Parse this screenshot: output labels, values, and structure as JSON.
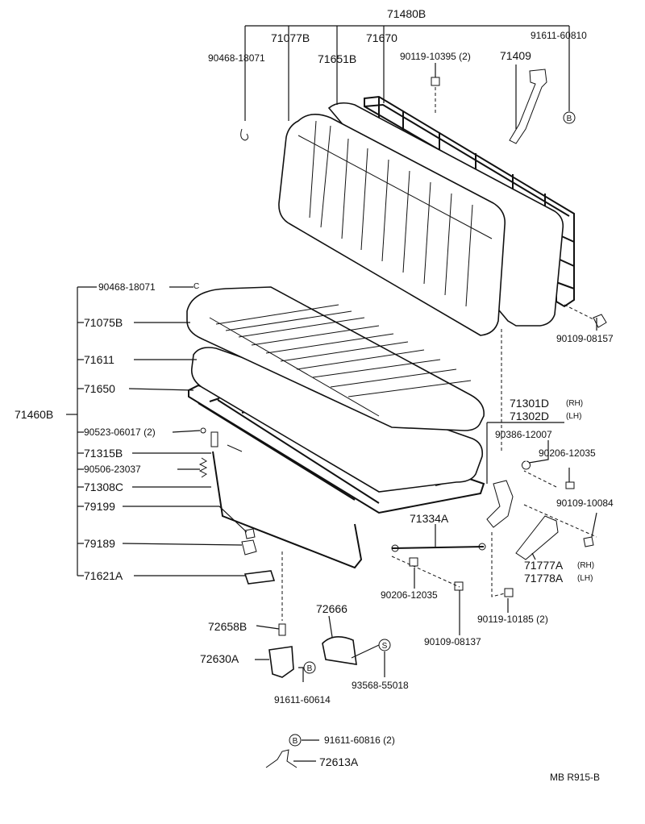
{
  "labels": {
    "backrest_assy": "71480B",
    "back_cover": "71077B",
    "back_spring_frame": "71670",
    "back_spring_clip": "91611-60810",
    "hog_ring_top": "90468-18071",
    "back_pad": "71651B",
    "back_bolt": "90119-10395 (2)",
    "back_hinge_strap": "71409",
    "cushion_hog_ring": "90468-18071",
    "cushion_cover": "71075B",
    "cushion_pad": "71611",
    "cushion_spring": "71650",
    "cushion_assy": "71460B",
    "nut_2": "90523-06017 (2)",
    "bracket": "71315B",
    "spring": "90506-23037",
    "wire_rod": "71308C",
    "clip_a": "79199",
    "clip_b": "79189",
    "plate": "71621A",
    "adjuster_rh": "71301D",
    "adjuster_rh_side": "(RH)",
    "adjuster_lh": "71302D",
    "adjuster_lh_side": "(LH)",
    "washer": "90386-12007",
    "bolt_a": "90206-12035",
    "bolt_back_right": "90109-08157",
    "bolt_b": "90109-10084",
    "rod": "71334A",
    "bracket_rh": "71777A",
    "bracket_rh_side": "(RH)",
    "bracket_lh": "71778A",
    "bracket_lh_side": "(LH)",
    "bolt_c": "90206-12035",
    "bolt_d": "90109-08137",
    "bolt_e": "90119-10185 (2)",
    "catch": "72658B",
    "buckle": "72666",
    "striker": "72630A",
    "striker_screw": "91611-60614",
    "buckle_screw": "93568-55018",
    "belt_screw": "91611-60816 (2)",
    "belt_bracket": "72613A",
    "diagram_code": "MB R915-B",
    "callout_b": "B",
    "callout_s": "S",
    "callout_c": "C"
  }
}
